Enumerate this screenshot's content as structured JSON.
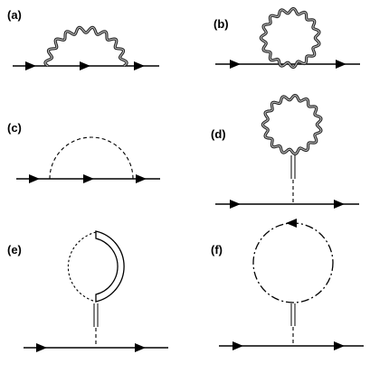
{
  "panels": [
    {
      "id": "a",
      "label": "(a)"
    },
    {
      "id": "b",
      "label": "(b)"
    },
    {
      "id": "c",
      "label": "(c)"
    },
    {
      "id": "d",
      "label": "(d)"
    },
    {
      "id": "e",
      "label": "(e)"
    },
    {
      "id": "f",
      "label": "(f)"
    }
  ],
  "line_styles": {
    "fermion": "solid line with arrows",
    "wavy": "wavy propagator",
    "dashed": "dashed propagator",
    "dash_dot": "dash-dot loop with arrow",
    "double": "double-line connector",
    "tube": "double-walled arc"
  }
}
